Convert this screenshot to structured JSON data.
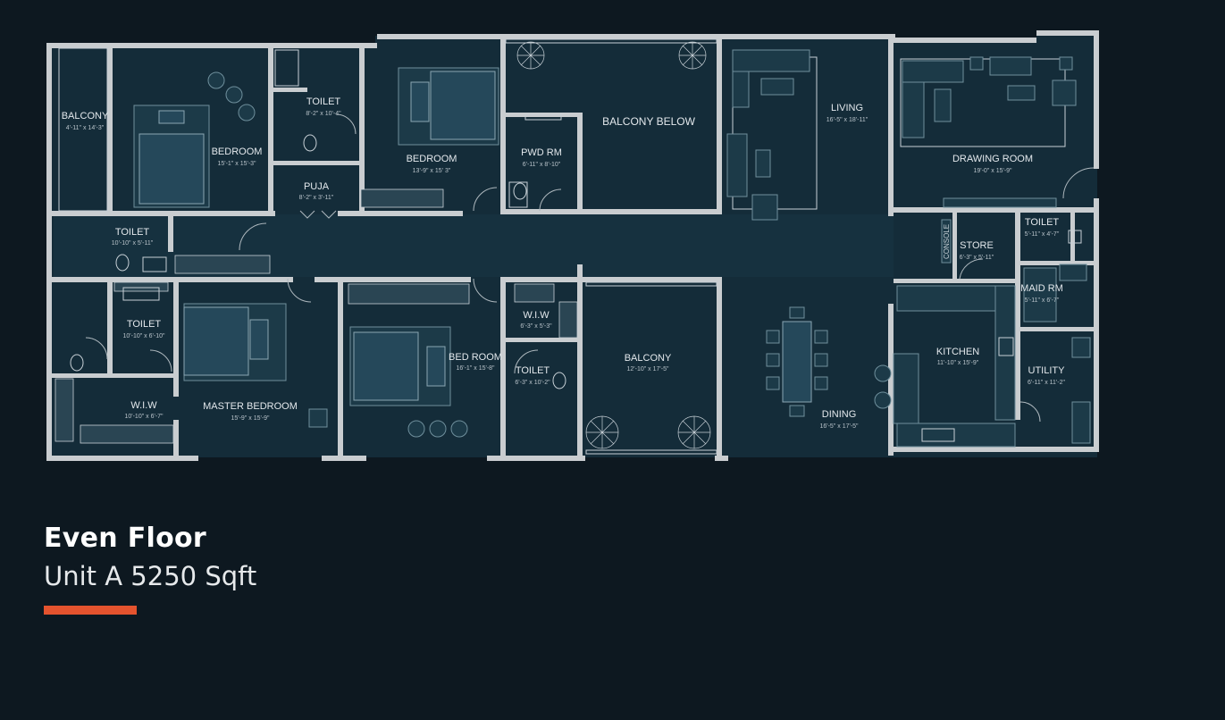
{
  "caption": {
    "title": "Even Floor",
    "subtitle": "Unit A 5250 Sqft"
  },
  "colors": {
    "background": "#0d1820",
    "floor": "#142c39",
    "wall": "#c9cdd0",
    "accent": "#e4532e"
  },
  "plan": {
    "labels": {
      "console": "CONSOLE"
    },
    "rooms": {
      "balcony_left": {
        "name": "BALCONY",
        "dim": "4'-11\" x 14'-3\""
      },
      "bedroom_1": {
        "name": "BEDROOM",
        "dim": "15'-1\" x 15'-3\""
      },
      "toilet_1": {
        "name": "TOILET",
        "dim": "8'-2\" x 10'-4\""
      },
      "puja": {
        "name": "PUJA",
        "dim": "8'-2\" x 3'-11\""
      },
      "bedroom_2": {
        "name": "BEDROOM",
        "dim": "13'-9\" x 15' 3\""
      },
      "pwd_rm": {
        "name": "PWD RM",
        "dim": "6'-11\" x 8'-10\""
      },
      "balcony_below": {
        "name": "BALCONY BELOW"
      },
      "living": {
        "name": "LIVING",
        "dim": "16'-5\" x 18'-11\""
      },
      "drawing_room": {
        "name": "DRAWING ROOM",
        "dim": "19'-0\" x 15'-9\""
      },
      "toilet_2": {
        "name": "TOILET",
        "dim": "10'-10\" x 5'-11\""
      },
      "toilet_3": {
        "name": "TOILET",
        "dim": "10'-10\" x 6'-10\""
      },
      "wiw_1": {
        "name": "W.I.W",
        "dim": "10'-10\" x 6'-7\""
      },
      "master_bedroom": {
        "name": "MASTER BEDROOM",
        "dim": "15'-9\" x 15'-9\""
      },
      "bed_room": {
        "name": "BED ROOM",
        "dim": "16'-1\" x 15'-8\""
      },
      "wiw_2": {
        "name": "W.I.W",
        "dim": "6'-3\" x 5'-3\""
      },
      "toilet_4": {
        "name": "TOILET",
        "dim": "6'-3\" x 10'-2\""
      },
      "balcony_mid": {
        "name": "BALCONY",
        "dim": "12'-10\" x 17'-5\""
      },
      "dining": {
        "name": "DINING",
        "dim": "16'-5\" x 17'-5\""
      },
      "kitchen": {
        "name": "KITCHEN",
        "dim": "11'-10\" x 15'-9\""
      },
      "store": {
        "name": "STORE",
        "dim": "6'-3\" x 5'-11\""
      },
      "toilet_5": {
        "name": "TOILET",
        "dim": "5'-11\" x 4'-7\""
      },
      "maid_rm": {
        "name": "MAID RM",
        "dim": "5'-11\" x 6'-7\""
      },
      "utility": {
        "name": "UTILITY",
        "dim": "6'-11\" x 11'-2\""
      }
    }
  }
}
